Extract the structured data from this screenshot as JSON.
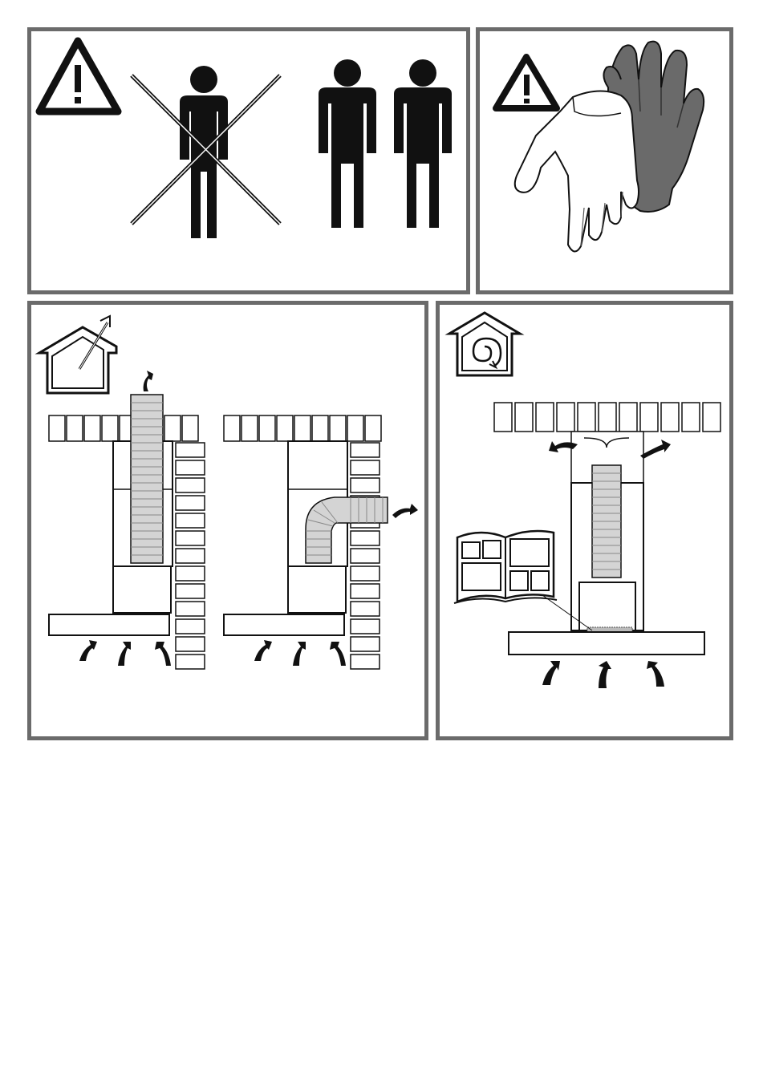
{
  "colors": {
    "panel_border": "#6b6b6b",
    "ink": "#111111",
    "duct_fill": "#cfcfcf",
    "glove_dark": "#6a6a6a"
  },
  "panels": [
    {
      "id": "two-person-install",
      "icons": [
        "warning-icon",
        "person-crossed-icon",
        "two-persons-icon"
      ]
    },
    {
      "id": "wear-gloves",
      "icons": [
        "warning-icon",
        "dark-glove-icon",
        "light-glove-icon"
      ]
    },
    {
      "id": "ducted-exhaust-mode",
      "icons": [
        "house-vent-out-icon",
        "vertical-duct-diagram",
        "bent-duct-diagram"
      ]
    },
    {
      "id": "recirculation-mode",
      "icons": [
        "house-recirculate-icon",
        "recirculation-hood-diagram",
        "manual-book-icon"
      ]
    }
  ]
}
